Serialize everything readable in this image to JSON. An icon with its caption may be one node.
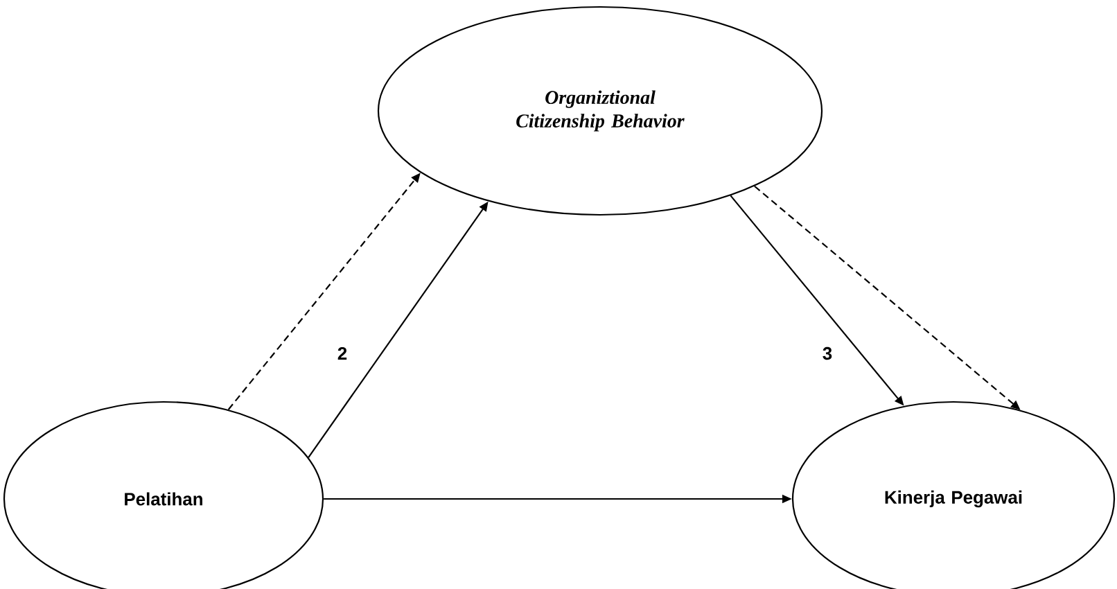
{
  "diagram": {
    "nodes": [
      {
        "text": [
          "*Organiztional* *Citizenship* *Behavior*"
        ]
      },
      {
        "text": [
          "Pelatihan"
        ]
      },
      {
        "text": [
          "Kinerja Pegawai"
        ]
      }
    ],
    "edges": [
      {
        "from": 1,
        "to": 0,
        "arrow": "to",
        "style": "dashed"
      },
      {
        "from": 1,
        "to": 0,
        "arrow": "to",
        "label": "2"
      },
      {
        "from": 0,
        "to": 2,
        "arrow": "to",
        "label": "3"
      },
      {
        "from": 0,
        "to": 2,
        "arrow": "to",
        "style": "dashed"
      },
      {
        "from": 1,
        "to": 2,
        "arrow": "to"
      }
    ]
  }
}
